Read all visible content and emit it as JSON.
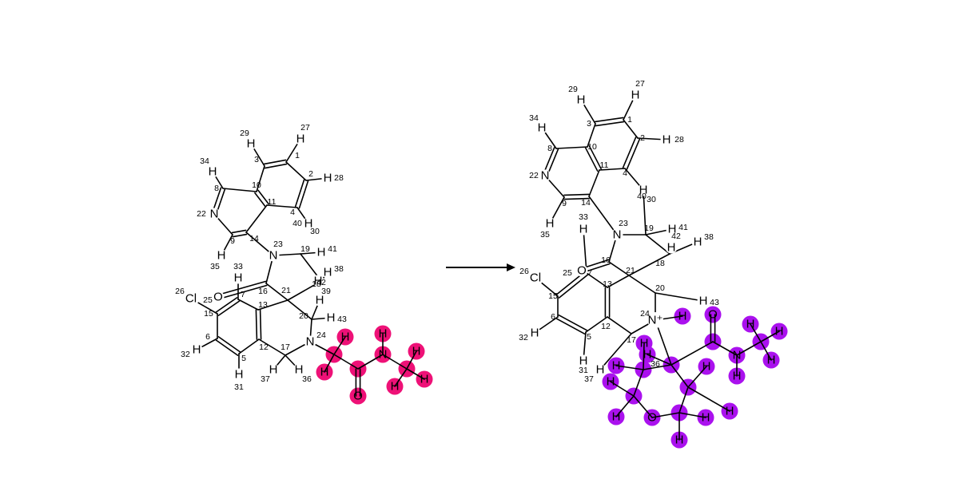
{
  "reaction": {
    "arrow": "right-arrow",
    "colors": {
      "reactant_highlight": "#ee1177",
      "product_highlight": "#aa11ee",
      "bonds": "#000000"
    }
  },
  "reactant": {
    "atoms": {
      "a1": {
        "symbol": "",
        "index": "1"
      },
      "a2": {
        "symbol": "",
        "index": "2"
      },
      "a3": {
        "symbol": "",
        "index": "3"
      },
      "a4": {
        "symbol": "",
        "index": "4"
      },
      "a5": {
        "symbol": "",
        "index": "5"
      },
      "a6": {
        "symbol": "",
        "index": "6"
      },
      "a7": {
        "symbol": "",
        "index": "7"
      },
      "a8": {
        "symbol": "",
        "index": "8"
      },
      "a9": {
        "symbol": "",
        "index": "9"
      },
      "a10": {
        "symbol": "",
        "index": "10"
      },
      "a11": {
        "symbol": "",
        "index": "11"
      },
      "a12": {
        "symbol": "",
        "index": "12"
      },
      "a13": {
        "symbol": "",
        "index": "13"
      },
      "a14": {
        "symbol": "",
        "index": "14"
      },
      "a15": {
        "symbol": "",
        "index": "15"
      },
      "a16": {
        "symbol": "",
        "index": "16"
      },
      "a17": {
        "symbol": "",
        "index": "17"
      },
      "a18": {
        "symbol": "",
        "index": "18"
      },
      "a19": {
        "symbol": "",
        "index": "19"
      },
      "a20": {
        "symbol": "",
        "index": "20"
      },
      "a21": {
        "symbol": "",
        "index": "21"
      },
      "a22": {
        "symbol": "N",
        "index": "22"
      },
      "a23": {
        "symbol": "N",
        "index": "23"
      },
      "a24": {
        "symbol": "N",
        "index": "24"
      },
      "a25": {
        "symbol": "",
        "index": "25"
      },
      "a26": {
        "symbol": "Cl",
        "index": "26"
      },
      "a27": {
        "symbol": "H",
        "index": "27"
      },
      "a28": {
        "symbol": "H",
        "index": "28"
      },
      "a29": {
        "symbol": "H",
        "index": "29"
      },
      "a30": {
        "symbol": "H",
        "index": "30"
      },
      "a31": {
        "symbol": "H",
        "index": "31"
      },
      "a32": {
        "symbol": "H",
        "index": "32"
      },
      "a33": {
        "symbol": "H",
        "index": "33"
      },
      "a34": {
        "symbol": "H",
        "index": "34"
      },
      "a35": {
        "symbol": "H",
        "index": "35"
      },
      "a36": {
        "symbol": "H",
        "index": "36"
      },
      "a37": {
        "symbol": "H",
        "index": "37"
      },
      "a38": {
        "symbol": "H",
        "index": "38"
      },
      "a39": {
        "symbol": "H",
        "index": "39"
      },
      "a40": {
        "symbol": "H",
        "index": "40"
      },
      "a41": {
        "symbol": "H",
        "index": "41"
      },
      "a42": {
        "symbol": "H",
        "index": "42"
      },
      "a43": {
        "symbol": "H",
        "index": "43"
      },
      "o_carbonyl": {
        "symbol": "O"
      },
      "rg_c1": {
        "symbol": ""
      },
      "rg_h1": {
        "symbol": "H"
      },
      "rg_h2": {
        "symbol": "H"
      },
      "rg_c2": {
        "symbol": ""
      },
      "rg_o": {
        "symbol": "O"
      },
      "rg_n": {
        "symbol": "N"
      },
      "rg_h3": {
        "symbol": "H"
      },
      "rg_c3": {
        "symbol": ""
      },
      "rg_h4": {
        "symbol": "H"
      },
      "rg_h5": {
        "symbol": "H"
      },
      "rg_h6": {
        "symbol": "H"
      }
    }
  },
  "product": {
    "atoms": {
      "a1": {
        "symbol": "",
        "index": "1"
      },
      "a2": {
        "symbol": "",
        "index": "2"
      },
      "a3": {
        "symbol": "",
        "index": "3"
      },
      "a4": {
        "symbol": "",
        "index": "4"
      },
      "a5": {
        "symbol": "",
        "index": "5"
      },
      "a6": {
        "symbol": "",
        "index": "6"
      },
      "a7": {
        "symbol": "",
        "index": "7"
      },
      "a8": {
        "symbol": "",
        "index": "8"
      },
      "a9": {
        "symbol": "",
        "index": "9"
      },
      "a10": {
        "symbol": "",
        "index": "10"
      },
      "a11": {
        "symbol": "",
        "index": "11"
      },
      "a12": {
        "symbol": "",
        "index": "12"
      },
      "a13": {
        "symbol": "",
        "index": "13"
      },
      "a14": {
        "symbol": "",
        "index": "14"
      },
      "a15": {
        "symbol": "",
        "index": "15"
      },
      "a16": {
        "symbol": "",
        "index": "16"
      },
      "a17": {
        "symbol": "",
        "index": "17"
      },
      "a18": {
        "symbol": "",
        "index": "18"
      },
      "a19": {
        "symbol": "",
        "index": "19"
      },
      "a20": {
        "symbol": "",
        "index": "20"
      },
      "a21": {
        "symbol": "",
        "index": "21"
      },
      "a22": {
        "symbol": "N",
        "index": "22"
      },
      "a23": {
        "symbol": "N",
        "index": "23"
      },
      "a24": {
        "symbol": "N⁺",
        "index": "24"
      },
      "a25": {
        "symbol": "",
        "index": "25"
      },
      "a26": {
        "symbol": "Cl",
        "index": "26"
      },
      "a27": {
        "symbol": "H",
        "index": "27"
      },
      "a28": {
        "symbol": "H",
        "index": "28"
      },
      "a29": {
        "symbol": "H",
        "index": "29"
      },
      "a30": {
        "symbol": "H",
        "index": "30"
      },
      "a31": {
        "symbol": "H",
        "index": "31"
      },
      "a32": {
        "symbol": "H",
        "index": "32"
      },
      "a33": {
        "symbol": "H",
        "index": "33"
      },
      "a34": {
        "symbol": "H",
        "index": "34"
      },
      "a35": {
        "symbol": "H",
        "index": "35"
      },
      "a36": {
        "symbol": "",
        "index": "36"
      },
      "a37": {
        "symbol": "H",
        "index": "37"
      },
      "a38": {
        "symbol": "H",
        "index": "38"
      },
      "a40": {
        "symbol": "H",
        "index": "40"
      },
      "a41": {
        "symbol": "H",
        "index": "41"
      },
      "a42": {
        "symbol": "H",
        "index": "42"
      },
      "a43": {
        "symbol": "H",
        "index": "43"
      },
      "o_carbonyl": {
        "symbol": "O"
      },
      "p_h24": {
        "symbol": "H"
      },
      "p_c36h": {
        "symbol": "H"
      },
      "p_c_amide": {
        "symbol": ""
      },
      "p_o_amide": {
        "symbol": "O"
      },
      "p_n_amide": {
        "symbol": "N"
      },
      "p_nh": {
        "symbol": "H"
      },
      "p_cme": {
        "symbol": ""
      },
      "p_me_h1": {
        "symbol": "H"
      },
      "p_me_h2": {
        "symbol": "H"
      },
      "p_me_h3": {
        "symbol": "H"
      },
      "p_ca": {
        "symbol": ""
      },
      "p_ca_h1": {
        "symbol": "H"
      },
      "p_ca_h2": {
        "symbol": "H"
      },
      "p_cb": {
        "symbol": ""
      },
      "p_cb_h1": {
        "symbol": "H"
      },
      "p_cb_h2": {
        "symbol": "H"
      },
      "p_o_ring": {
        "symbol": "O"
      },
      "p_cc": {
        "symbol": ""
      },
      "p_cc_h1": {
        "symbol": "H"
      },
      "p_cc_h2": {
        "symbol": "H"
      },
      "p_cd": {
        "symbol": ""
      },
      "p_cd_h1": {
        "symbol": "H"
      },
      "p_cd_h2": {
        "symbol": "H"
      }
    }
  }
}
